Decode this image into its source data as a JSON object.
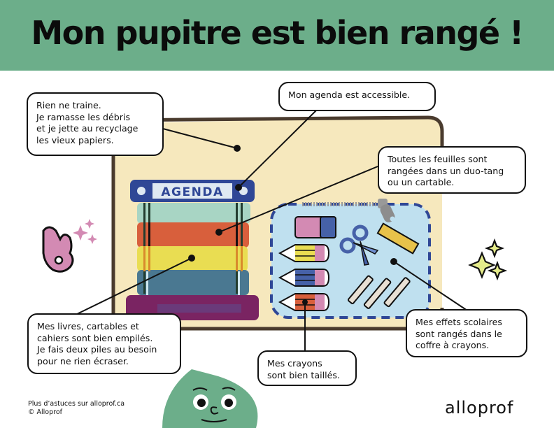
{
  "header": {
    "title": "Mon pupitre est bien rangé !",
    "background_color": "#6cae8a"
  },
  "illustration": {
    "desk": {
      "fill": "#f6e8bd",
      "border": "#4a3b2e"
    },
    "agenda_label": "AGENDA",
    "book_stack_colors": [
      "#2f4796",
      "#a8d5c4",
      "#d85f3c",
      "#e9dd52",
      "#4a7891",
      "#7a2462"
    ],
    "pencil_case": {
      "fill": "#bfe0ef",
      "dash_color": "#2f4796"
    },
    "icons": [
      "ok-hand-icon",
      "sparkles-icon",
      "eraser-icon",
      "pencil-icon",
      "scissors-icon",
      "ruler-icon",
      "marker-icon",
      "mascot-icon"
    ]
  },
  "callouts": {
    "debris": "Rien ne traine.\nJe ramasse les débris\net je jette au recyclage\nles vieux papiers.",
    "agenda": "Mon agenda est accessible.",
    "sheets": "Toutes les feuilles sont\nrangées dans un duo-tang\nou un cartable.",
    "books": "Mes livres, cartables et\ncahiers sont bien empilés.\nJe fais deux piles au besoin\npour ne rien écraser.",
    "pencils": "Mes crayons\nsont bien taillés.",
    "supplies": "Mes effets scolaires\nsont rangés dans le\ncoffre à crayons."
  },
  "footer": {
    "credit_line1": "Plus d’astuces sur alloprof.ca",
    "credit_line2": "© Alloprof",
    "logo": "alloprof"
  }
}
